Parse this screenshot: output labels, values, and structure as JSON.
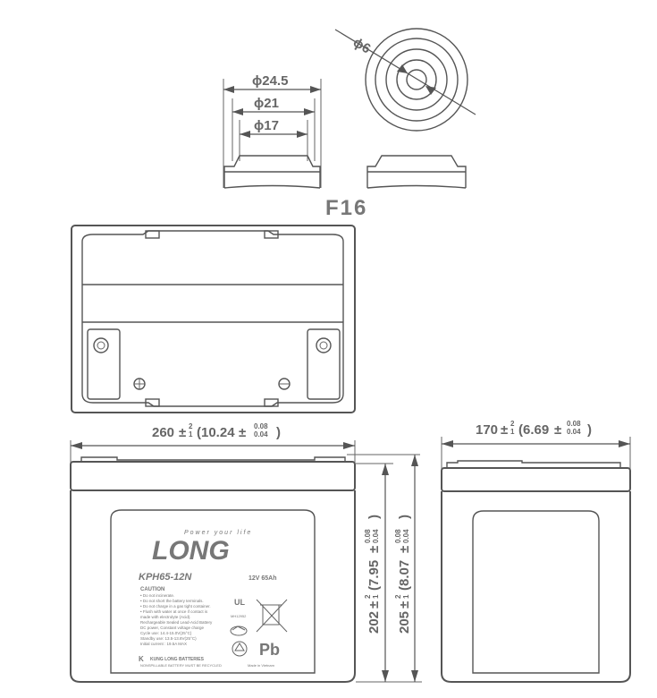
{
  "terminal": {
    "code": "F16",
    "d_outer": "ϕ24.5",
    "d_mid": "ϕ21",
    "d_inner": "ϕ17",
    "d_bolt": "ϕ6"
  },
  "dimensions": {
    "length_main": "260",
    "length_tol_plus": "2",
    "length_tol_minus": "1",
    "length_inch": "(10.24",
    "length_inch_tol_plus": "0.08",
    "length_inch_tol_minus": "0.04",
    "length_close": ")",
    "width_main": "170",
    "width_tol_plus": "2",
    "width_tol_minus": "1",
    "width_inch": "(6.69",
    "width_inch_tol_plus": "0.08",
    "width_inch_tol_minus": "0.04",
    "width_close": ")",
    "height_main": "202",
    "height_tol_plus": "2",
    "height_tol_minus": "1",
    "height_inch": "(7.95",
    "height_inch_tol_plus": "0.08",
    "height_inch_tol_minus": "0.04",
    "height_close": ")",
    "total_height_main": "205",
    "total_height_tol_plus": "2",
    "total_height_tol_minus": "1",
    "total_height_inch": "(8.07",
    "total_height_inch_tol_plus": "0.08",
    "total_height_inch_tol_minus": "0.04",
    "total_height_close": ")"
  },
  "label": {
    "tagline": "Power your life",
    "brand": "LONG",
    "model": "KPH65-12N",
    "rating": "12V 65Ah",
    "caution_title": "CAUTION",
    "caution_lines": [
      "• Do not incinerate.",
      "• Do not short the battery terminals.",
      "• Do not charge in a gas tight container.",
      "• Flush with water at once if contact is",
      "  made with electrolyte (Acid).",
      "Rechargeable Sealed Lead-Acid Battery",
      "DC power, Constant voltage charge",
      "Cycle use: 14.4-15.0V(25°C)",
      "Standby use: 13.5-13.8V(25°C)",
      "Initial current : 19.5A MAX"
    ],
    "ul_code": "MH12952",
    "pb_mark": "Pb",
    "company": "KUNG LONG BATTERIES",
    "footer": "NONSPILLABLE BATTERY MUST BE RECYCLED",
    "origin": "Made in Vietnam"
  }
}
